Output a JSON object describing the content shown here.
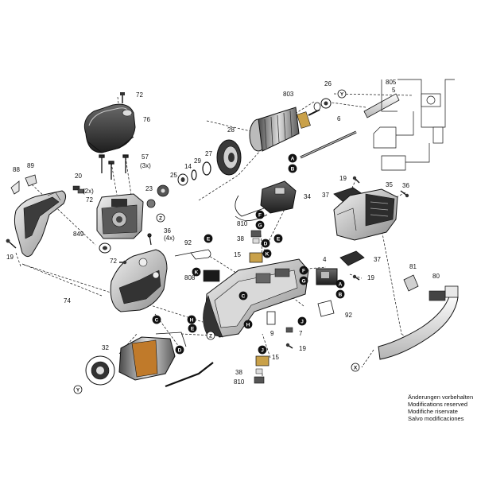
{
  "part_labels": [
    {
      "key": "p72a",
      "text": "72"
    },
    {
      "key": "p76",
      "text": "76"
    },
    {
      "key": "p57",
      "text": "57"
    },
    {
      "key": "p3x_a",
      "text": "(3x)"
    },
    {
      "key": "p88",
      "text": "88"
    },
    {
      "key": "p89",
      "text": "89"
    },
    {
      "key": "p20",
      "text": "20"
    },
    {
      "key": "p2x",
      "text": "(2x)"
    },
    {
      "key": "p72b",
      "text": "72"
    },
    {
      "key": "p23",
      "text": "23"
    },
    {
      "key": "p849",
      "text": "849"
    },
    {
      "key": "p36a",
      "text": "36"
    },
    {
      "key": "p4x",
      "text": "(4x)"
    },
    {
      "key": "p19a",
      "text": "19"
    },
    {
      "key": "p72c",
      "text": "72"
    },
    {
      "key": "p74",
      "text": "74"
    },
    {
      "key": "p25",
      "text": "25"
    },
    {
      "key": "p14",
      "text": "14"
    },
    {
      "key": "p29",
      "text": "29"
    },
    {
      "key": "p27",
      "text": "27"
    },
    {
      "key": "p28",
      "text": "28"
    },
    {
      "key": "p803",
      "text": "803"
    },
    {
      "key": "p26",
      "text": "26"
    },
    {
      "key": "p805",
      "text": "805"
    },
    {
      "key": "p5",
      "text": "5"
    },
    {
      "key": "p6",
      "text": "6"
    },
    {
      "key": "p19b",
      "text": "19"
    },
    {
      "key": "p34",
      "text": "34"
    },
    {
      "key": "p35",
      "text": "35"
    },
    {
      "key": "p36b",
      "text": "36"
    },
    {
      "key": "p37a",
      "text": "37"
    },
    {
      "key": "p810a",
      "text": "810"
    },
    {
      "key": "p38a",
      "text": "38"
    },
    {
      "key": "p92a",
      "text": "92"
    },
    {
      "key": "p15a",
      "text": "15"
    },
    {
      "key": "p808",
      "text": "808"
    },
    {
      "key": "p4",
      "text": "4"
    },
    {
      "key": "p37b",
      "text": "37"
    },
    {
      "key": "p19c",
      "text": "19"
    },
    {
      "key": "p92b",
      "text": "92"
    },
    {
      "key": "p81",
      "text": "81"
    },
    {
      "key": "p80",
      "text": "80"
    },
    {
      "key": "p32",
      "text": "32"
    },
    {
      "key": "p9",
      "text": "9"
    },
    {
      "key": "p7",
      "text": "7"
    },
    {
      "key": "p19d",
      "text": "19"
    },
    {
      "key": "p15b",
      "text": "15"
    },
    {
      "key": "p38b",
      "text": "38"
    },
    {
      "key": "p810b",
      "text": "810"
    }
  ],
  "connectors": [
    {
      "key": "cA1",
      "text": "A"
    },
    {
      "key": "cB1",
      "text": "B"
    },
    {
      "key": "cE1",
      "text": "E"
    },
    {
      "key": "cF1",
      "text": "F"
    },
    {
      "key": "cG1",
      "text": "G"
    },
    {
      "key": "cD1",
      "text": "D"
    },
    {
      "key": "cE2",
      "text": "E"
    },
    {
      "key": "cK1",
      "text": "K"
    },
    {
      "key": "cK2",
      "text": "K"
    },
    {
      "key": "cF2",
      "text": "F"
    },
    {
      "key": "cG2",
      "text": "G"
    },
    {
      "key": "cA2",
      "text": "A"
    },
    {
      "key": "cB2",
      "text": "B"
    },
    {
      "key": "cC1",
      "text": "C"
    },
    {
      "key": "cH1",
      "text": "H"
    },
    {
      "key": "cE3",
      "text": "E"
    },
    {
      "key": "cC2",
      "text": "C"
    },
    {
      "key": "cD2",
      "text": "D"
    },
    {
      "key": "cJ1",
      "text": "J"
    },
    {
      "key": "cH2",
      "text": "H"
    },
    {
      "key": "cJ2",
      "text": "J"
    },
    {
      "key": "cX1",
      "text": "X"
    },
    {
      "key": "cY1",
      "text": "Y"
    },
    {
      "key": "cY2",
      "text": "Y"
    },
    {
      "key": "cZ1",
      "text": "Z"
    },
    {
      "key": "cZ2",
      "text": "Z"
    }
  ],
  "notes": [
    "Änderungen vorbehalten",
    "Modifications reserved",
    "Modifiche riservate",
    "Salvo modificaciones"
  ],
  "colors": {
    "ink": "#111111",
    "part_fill": "#ffffff",
    "shade_dark": "#3a3a3a",
    "shade_mid": "#8a8a8a",
    "shade_light": "#d6d6d6"
  }
}
